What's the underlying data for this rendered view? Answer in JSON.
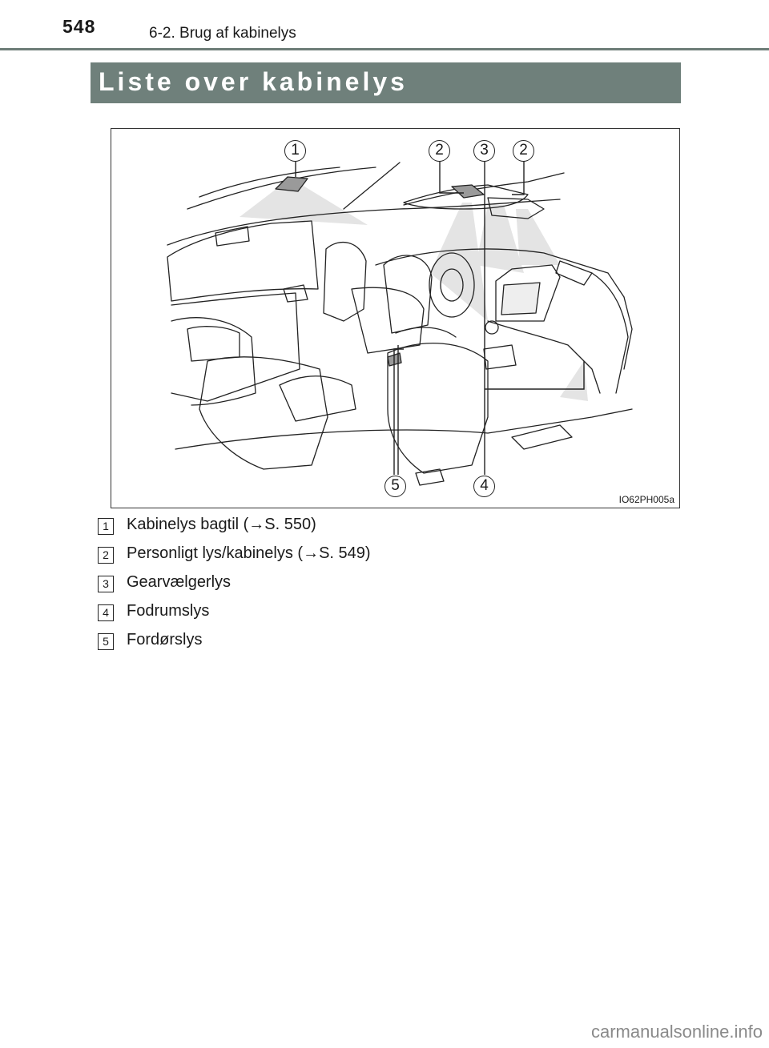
{
  "header": {
    "page_number": "548",
    "section_path": "6-2. Brug af kabinelys"
  },
  "title": "Liste over kabinelys",
  "figure": {
    "code": "IO62PH005a",
    "callouts": [
      "1",
      "2",
      "3",
      "2",
      "5",
      "4"
    ]
  },
  "legend": [
    {
      "num": "1",
      "text": "Kabinelys bagtil (→S. 550)"
    },
    {
      "num": "2",
      "text": "Personligt lys/kabinelys (→S. 549)"
    },
    {
      "num": "3",
      "text": "Gearvælgerlys"
    },
    {
      "num": "4",
      "text": "Fodrumslys"
    },
    {
      "num": "5",
      "text": "Fordørslys"
    }
  ],
  "footer": {
    "watermark": "carmanualsonline.info"
  }
}
